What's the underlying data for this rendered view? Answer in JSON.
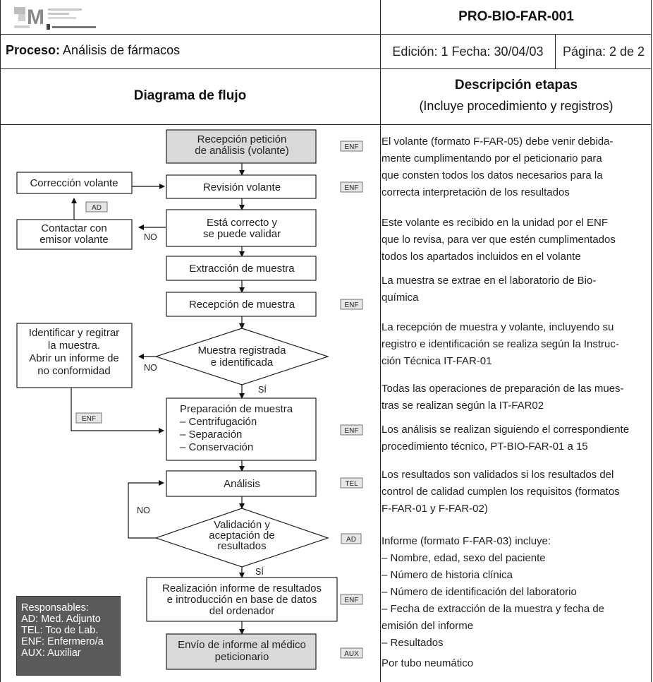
{
  "header": {
    "doc_code": "PRO-BIO-FAR-001",
    "process_label": "Proceso:",
    "process_name": "Análisis de fármacos",
    "edition": "Edición: 1 Fecha: 30/04/03",
    "page": "Página: 2 de 2"
  },
  "columns": {
    "flow_title": "Diagrama de flujo",
    "desc_title": "Descripción etapas",
    "desc_subtitle": "(Incluye procedimiento y registros)"
  },
  "flow": {
    "steps": [
      {
        "lines": [
          "Recepción petición",
          "de análisis (volante)"
        ],
        "tag": "ENF"
      },
      {
        "lines": [
          "Revisión volante"
        ],
        "tag": "ENF"
      },
      {
        "lines": [
          "Está correcto y",
          "se puede validar"
        ],
        "tag": ""
      },
      {
        "lines": [
          "Extracción de muestra"
        ],
        "tag": ""
      },
      {
        "lines": [
          "Recepción de muestra"
        ],
        "tag": "ENF"
      },
      {
        "lines": [
          "Muestra registrada",
          "e identificada"
        ],
        "tag": ""
      },
      {
        "lines": [
          "Preparación de muestra",
          "– Centrifugación",
          "– Separación",
          "– Conservación"
        ],
        "tag": "ENF"
      },
      {
        "lines": [
          "Análisis"
        ],
        "tag": "TEL"
      },
      {
        "lines": [
          "Validación y",
          "aceptación de",
          "resultados"
        ],
        "tag": "AD"
      },
      {
        "lines": [
          "Realización informe de resultados",
          "e introducción en base de datos",
          "del ordenador"
        ],
        "tag": "ENF"
      },
      {
        "lines": [
          "Envío de informe al médico",
          "peticionario"
        ],
        "tag": "AUX"
      }
    ],
    "side_boxes": [
      {
        "lines": [
          "Corrección volante"
        ]
      },
      {
        "lines": [
          "Contactar con",
          "emisor volante"
        ]
      },
      {
        "lines": [
          "Identificar y regitrar",
          "la muestra.",
          "Abrir un informe de",
          "no conformidad"
        ]
      }
    ],
    "side_tags": [
      "AD",
      "ENF"
    ],
    "labels": {
      "no": "NO",
      "yes": "SÍ"
    }
  },
  "responsables": {
    "title": "Responsables:",
    "items": [
      "AD: Med. Adjunto",
      "TEL: Tco de Lab.",
      "ENF: Enfermero/a",
      "AUX: Auxiliar"
    ]
  },
  "descriptions": [
    [
      "El volante (formato F-FAR-05) debe venir debida-",
      "mente cumplimentando por el peticionario para",
      "que consten todos los datos necesarios para la",
      "correcta interpretación de los resultados"
    ],
    [
      "Este volante es recibido en la unidad por el ENF",
      "que lo revisa, para ver que estén cumplimentados",
      "todos los apartados incluidos en el volante"
    ],
    [
      "La muestra se extrae en el laboratorio de Bio-",
      "química"
    ],
    [
      "La recepción de muestra y volante, incluyendo su",
      "registro e identificación se realiza según la Instruc-",
      "ción Técnica IT-FAR-01"
    ],
    [
      "Todas las operaciones de preparación de las mues-",
      "tras se realizan según la IT-FAR02"
    ],
    [
      "Los análisis se realizan siguiendo el correspondiente",
      "procedimiento técnico, PT-BIO-FAR-01 a 15"
    ],
    [
      "Los resultados son validados si los resultados del",
      "control de calidad cumplen los requisitos (formatos",
      "F-FAR-01 y F-FAR-02)"
    ],
    [
      "Informe (formato F-FAR-03) incluye:",
      "– Nombre, edad, sexo del paciente",
      "– Número de historia clínica",
      "– Número de identificación del laboratorio",
      "– Fecha de extracción de la muestra y fecha de",
      "   emisión del informe",
      "– Resultados"
    ],
    [
      "Por tubo neumático"
    ]
  ]
}
